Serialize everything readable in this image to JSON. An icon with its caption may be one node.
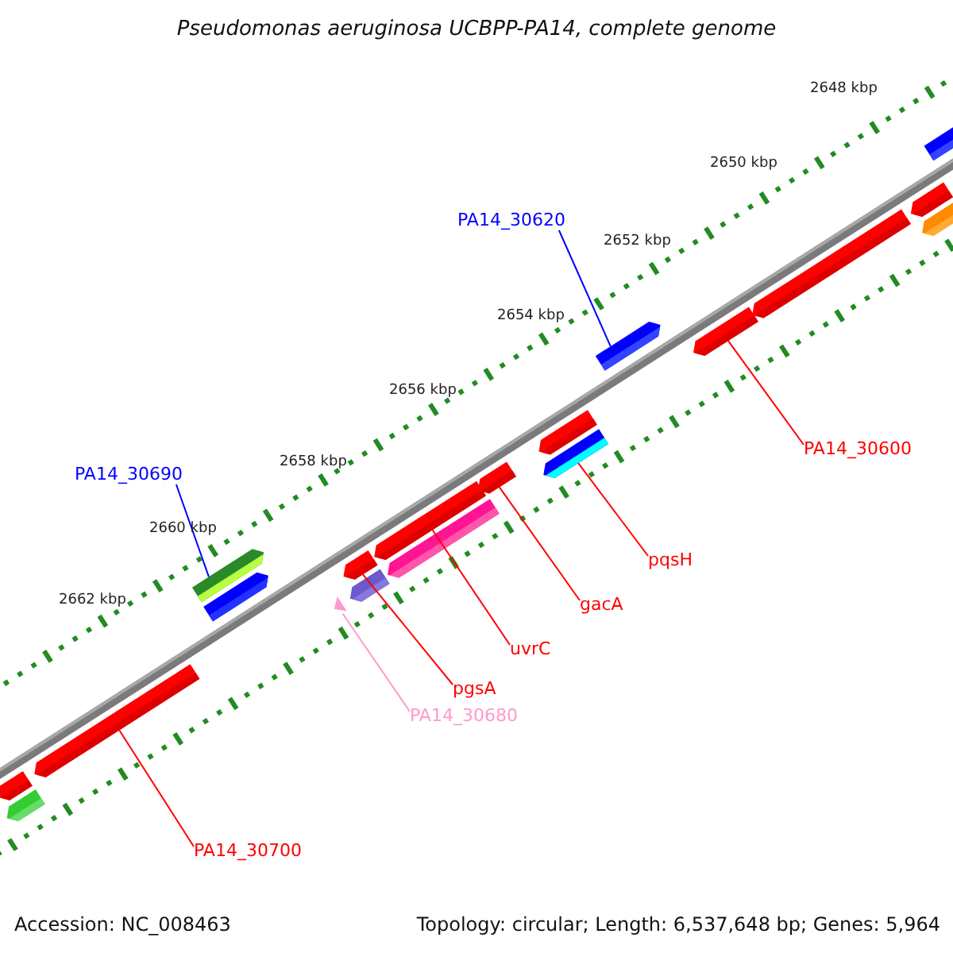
{
  "diagram": {
    "title": "Pseudomonas aeruginosa UCBPP-PA14, complete genome",
    "nodes": [
      {
        "text": [
          "PA14_30620"
        ]
      },
      {
        "text": [],
        "shape": "bar"
      },
      {
        "text": [
          "PA14_30600"
        ]
      },
      {
        "text": [],
        "shape": "bar"
      },
      {
        "text": [
          "PA14_30690"
        ]
      },
      {
        "text": [],
        "shape": "bar"
      },
      {
        "text": [
          "pqsH"
        ]
      },
      {
        "text": [],
        "shape": "bar"
      },
      {
        "text": [
          "gacA"
        ]
      },
      {
        "text": [],
        "shape": "bar"
      },
      {
        "text": [
          "uvrC"
        ]
      },
      {
        "text": [],
        "shape": "bar"
      },
      {
        "text": [
          "pgsA"
        ]
      },
      {
        "text": [],
        "shape": "bar"
      },
      {
        "text": [
          "PA14_30680"
        ]
      },
      {
        "text": [],
        "shape": "triangle"
      },
      {
        "text": [
          "PA14_30700"
        ]
      },
      {
        "text": [],
        "shape": "bar"
      },
      {
        "text": [],
        "shape": "bar"
      },
      {
        "text": [],
        "shape": "bar"
      },
      {
        "text": [],
        "shape": "bar"
      },
      {
        "text": [],
        "shape": "bar"
      },
      {
        "text": [],
        "shape": "bar"
      },
      {
        "text": [],
        "shape": "bar"
      },
      {
        "text": [],
        "shape": "bar"
      },
      {
        "text": [],
        "shape": "bar"
      },
      {
        "text": [],
        "shape": "bar"
      },
      {
        "text": [],
        "shape": "bar"
      }
    ],
    "edges": [
      {
        "from": 0,
        "to": 1,
        "arrow": "none",
        "color": "#0000ff"
      },
      {
        "from": 2,
        "to": 3,
        "arrow": "none"
      },
      {
        "from": 4,
        "to": 5,
        "arrow": "none",
        "color": "#0000ff"
      },
      {
        "from": 6,
        "to": 7,
        "arrow": "none"
      },
      {
        "from": 8,
        "to": 9,
        "arrow": "none"
      },
      {
        "from": 10,
        "to": 11,
        "arrow": "none"
      },
      {
        "from": 12,
        "to": 13,
        "arrow": "none"
      },
      {
        "from": 14,
        "to": 15,
        "arrow": "none",
        "color": "#ff99cc"
      },
      {
        "from": 16,
        "to": 17,
        "arrow": "none"
      }
    ],
    "labels": [
      "2648 kbp",
      "2650 kbp",
      "2652 kbp",
      "2654 kbp",
      "2656 kbp",
      "2658 kbp",
      "2660 kbp",
      "2662 kbp",
      "Accession: NC_008463",
      "Topology: circular; Length: 6,537,648 bp; Genes: 5,964"
    ]
  }
}
